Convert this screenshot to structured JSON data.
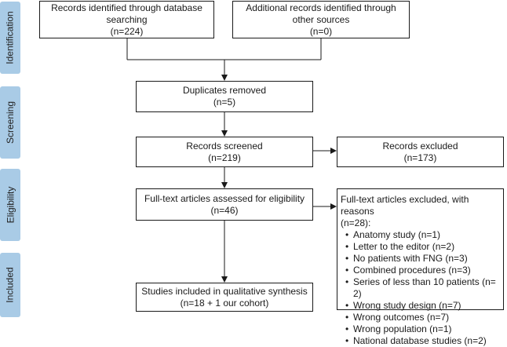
{
  "stages": {
    "identification": "Identification",
    "screening": "Screening",
    "eligibility": "Eligibility",
    "included": "Included"
  },
  "boxes": {
    "records_identified": {
      "line1": "Records identified through database",
      "line2": "searching",
      "line3": "(n=224)"
    },
    "additional_records": {
      "line1": "Additional records identified through",
      "line2": "other sources",
      "line3": "(n=0)"
    },
    "duplicates": {
      "line1": "Duplicates removed",
      "line2": "(n=5)"
    },
    "screened": {
      "line1": "Records screened",
      "line2": "(n=219)"
    },
    "excluded": {
      "line1": "Records excluded",
      "line2": "(n=173)"
    },
    "fulltext": {
      "line1": "Full-text articles assessed for eligibility",
      "line2": "(n=46)"
    },
    "fulltext_excluded": {
      "title": "Full-text articles excluded, with reasons",
      "count": "(n=28):",
      "reasons": [
        "Anatomy study (n=1)",
        "Letter to the editor (n=2)",
        "No patients with FNG (n=3)",
        "Combined procedures (n=3)",
        "Series of less than 10 patients (n= 2)",
        "Wrong study design (n=7)",
        "Wrong outcomes (n=7)",
        "Wrong population (n=1)",
        "National database studies (n=2)"
      ]
    },
    "included": {
      "line1": "Studies included in qualitative synthesis",
      "line2": "(n=18 + 1 our cohort)"
    }
  },
  "colors": {
    "stage_tab": "#a9cbe6",
    "line": "#1a1a1a"
  }
}
